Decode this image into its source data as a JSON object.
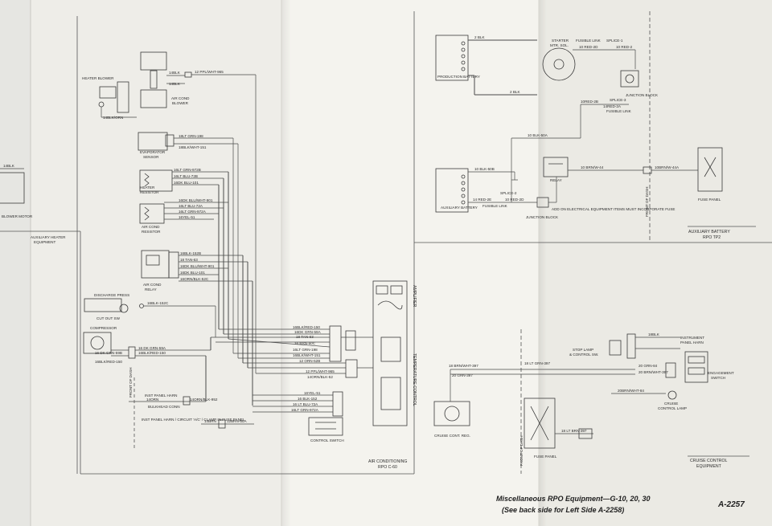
{
  "footer": {
    "title_line1": "Miscellaneous RPO Equipment—G-10, 20, 30",
    "title_line2": "(See back side for Left Side A-2258)",
    "page_number": "A-2257"
  },
  "left_fragment": {
    "blower_motor": "BLOWER MOTOR",
    "wire_label": "14BLK",
    "section_label_1": "AUXILIARY HEATER",
    "section_label_2": "EQUIPMENT"
  },
  "ac_section": {
    "heater_blower": "HEATER BLOWER",
    "blower_ground": "14BLK/ORN",
    "air_cond_blower_1": "AIR COND",
    "air_cond_blower_2": "BLOWER",
    "blower_wire_top": "14BLK",
    "blower_wire_ppl": "12 PPL/WHT-965",
    "blower_wire_mid": "14BLK",
    "evaporator_1": "EVAPORATOR",
    "evaporator_2": "SENSOR",
    "evap_wire_1": "18LT GRN-198",
    "evap_wire_2": "18BLK/WHT-151",
    "heater_resistor_1": "HEATER",
    "heater_resistor_2": "RESISTOR",
    "heater_wires": [
      "16LT GRN-972B",
      "16LT BLU-72B",
      "16DK BLU-101"
    ],
    "ac_resistor_1": "AIR COND",
    "ac_resistor_2": "RESISTOR",
    "ac_res_wires": [
      "16DK BLU/WHT-901",
      "16LT BLU-72A",
      "16LT GRN-972A",
      "16YEL-51"
    ],
    "ac_relay_1": "AIR COND",
    "ac_relay_2": "RELAY",
    "relay_wires": [
      "16BLK-152B",
      "18 TAN-63",
      "16DK BLU/WHT-901",
      "16DK BLU-101",
      "16ORN/BLK-52C"
    ],
    "ground_wire": "16BLK-152C",
    "discharge_1": "DISCHARGE PRESS",
    "discharge_2": "CUT OUT SW",
    "compressor": "COMPRESSOR",
    "comp_wires": [
      "16 DK GRN-59B",
      "16BLK/RED-150"
    ],
    "comp_wires_right": [
      "16 DK GRN-59A",
      "16BLK/RED-150"
    ],
    "harness_wires": [
      "16BLK/RED-150",
      "16DK GRN-59A",
      "18 TAN-63",
      "16 BRN-50C",
      "16LT GRN-198",
      "16BLK/WHT-151",
      "12 ORN-52B",
      "12 PPL/WHT-965",
      "14ORN/BLK-52"
    ],
    "panel_harness": "INST PANEL HARN",
    "panel_wires": [
      "14ORN",
      "14ORN/BLK-952"
    ],
    "bulkhead": "BULKHEAD CONN",
    "fuse_note": "INST PANEL HARN / CIRCUIT 'A/C' / CLAMP IN FUSE PANEL",
    "fuse_wires": [
      "14BRN",
      "12BRN-50A"
    ],
    "switch_wires": [
      "16YEL-51",
      "16 BLK-152",
      "16 LT BLU-72A",
      "16LT GRN-972A"
    ],
    "control_switch": "CONTROL SWITCH",
    "temp_control": "TEMPERATURE CONTROL",
    "amp": "AMPLIFIER",
    "section_label_1": "AIR CONDITIONING",
    "section_label_2": "RPO C-60",
    "front_of_dash": "FRONT OF DASH"
  },
  "battery_section": {
    "production_battery": "PRODUCTION BATTERY",
    "auxiliary_battery": "AUXILIARY BATTERY",
    "wire_top": "2 BLK",
    "wire_mid": "2 BLK",
    "starter_1": "STARTER",
    "starter_2": "MTR. SOL.",
    "fusible_link": "FUSIBLE LINK",
    "splice_1": "SPLICE-1",
    "splice_wire_1": "10 RED-2D",
    "splice_wire_2": "10 RED-2",
    "junction_block": "JUNCTION BLOCK",
    "splice_3": "SPLICE-3",
    "splice_3_wire": "10RED-2B",
    "splice_3_wire_b": "14RED-2A",
    "splice_3_note": "FUSIBLE LINK",
    "relay_feed": "10 BLK-50A",
    "aux_ground": "10 BLK-50B",
    "relay": "RELAY",
    "relay_out": "10 BRN/W-44",
    "splice_2": "SPLICE-2",
    "splice_2_wire_a": "14 RED-2E",
    "splice_2_wire_b": "10 RED-2D",
    "splice_2_fl": "FUSIBLE LINK",
    "junction_block_2": "JUNCTION BLOCK",
    "elec_note": "ADD ON ELECTRICAL EQUIPMENT ITEMS MUST INCORPORATE FUSE",
    "fuse_panel": "FUSE PANEL",
    "fuse_wire": "10BRN/W-44A",
    "front_of_dash": "FRONT OF DASH",
    "section_label_1": "AUXILIARY BATTERY",
    "section_label_2": "RPO TP2"
  },
  "cruise_section": {
    "stop_lamp_1": "STOP LAMP",
    "stop_lamp_2": "& CONTROL SW.",
    "cruise_reg": "CRUISE CONT. REG.",
    "reg_wires": [
      "18 BRN/WHT-397",
      "20 GRN-397"
    ],
    "dash_wire": "18 LT GRN-397",
    "switch_wires": [
      "18BLK",
      "20 GRN-84",
      "20 BRN/WHT-397"
    ],
    "instrument_panel_1": "INSTRUMENT",
    "instrument_panel_2": "PANEL HARN",
    "engagement_1": "ENGAGEMENT",
    "engagement_2": "SWITCH",
    "lamp_wire": "20BRN/WHT-84",
    "cruise_lamp_1": "CRUISE",
    "cruise_lamp_2": "CONTROL LAMP",
    "fuse_panel": "FUSE PANEL",
    "fuse_wire": "18 LT BRN-397",
    "front_of_dash": "FRONT OF DASH",
    "section_label_1": "CRUISE CONTROL",
    "section_label_2": "EQUIPMENT"
  }
}
